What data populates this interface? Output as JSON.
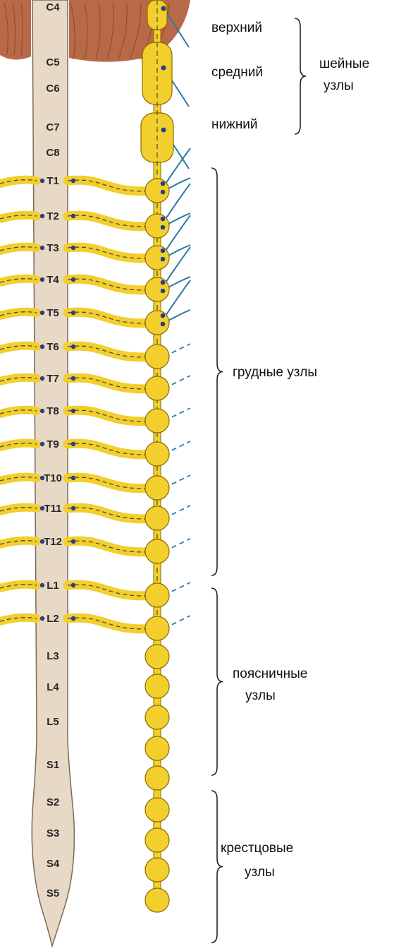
{
  "colors": {
    "cord": "#e8d9c6",
    "cord_outline": "#7a6a58",
    "chain": "#f2cf2c",
    "chain_outline": "#8a6a00",
    "root_dash": "#4a4a3a",
    "root_dot": "#2a3f8a",
    "branch": "#2a78a8",
    "muscle": "#b86a48",
    "bracket": "#222222"
  },
  "icons": {
    "muscle": "muscle-illustration"
  },
  "segments": {
    "cervical": [
      "C4",
      "C5",
      "C6",
      "C7",
      "C8"
    ],
    "thoracic": [
      "T1",
      "T2",
      "T3",
      "T4",
      "T5",
      "T6",
      "T7",
      "T8",
      "T9",
      "T10",
      "T11",
      "T12"
    ],
    "lumbar": [
      "L1",
      "L2",
      "L3",
      "L4",
      "L5"
    ],
    "sacral": [
      "S1",
      "S2",
      "S3",
      "S4",
      "S5"
    ]
  },
  "labels": {
    "cervical_upper": "верхний",
    "cervical_middle": "средний",
    "cervical_lower": "нижний",
    "cervical_group": [
      "шейные",
      "узлы"
    ],
    "thoracic_group": [
      "грудные узлы"
    ],
    "lumbar_group": [
      "поясничные",
      "узлы"
    ],
    "sacral_group": [
      "крестцовые",
      "узлы"
    ]
  }
}
